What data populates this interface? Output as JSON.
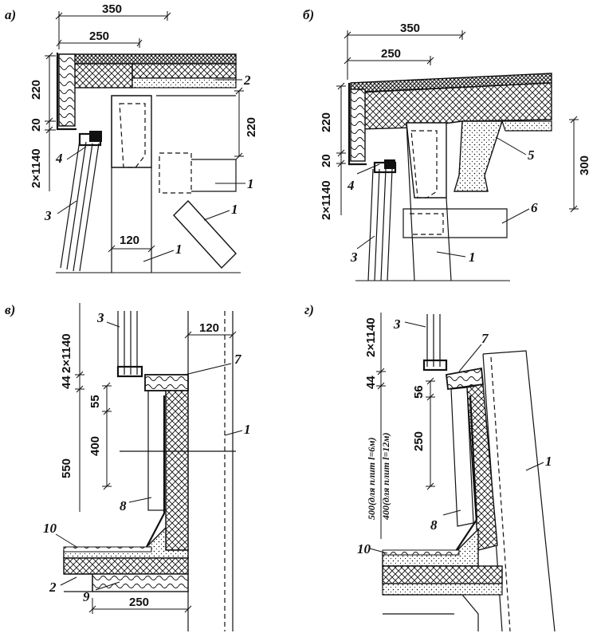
{
  "panels": {
    "a": {
      "letter": "а)",
      "dims": {
        "top_outer": "350",
        "top_inner": "250",
        "h_left_1": "220",
        "h_left_2": "20",
        "h_left_3": "2×1140",
        "h_right": "220",
        "bottom": "120"
      },
      "callouts": [
        "2",
        "1",
        "1",
        "4",
        "3",
        "1"
      ]
    },
    "b": {
      "letter": "б)",
      "dims": {
        "top_outer": "350",
        "top_inner": "250",
        "h_left_1": "220",
        "h_left_2": "20",
        "h_left_3": "2×1140",
        "h_right": "300"
      },
      "callouts": [
        "5",
        "4",
        "6",
        "3",
        "1"
      ]
    },
    "v": {
      "letter": "в)",
      "dims": {
        "h_1": "2×1140",
        "h_2": "44",
        "h_3": "55",
        "h_4": "400",
        "h_5": "550",
        "top": "120",
        "bottom": "250"
      },
      "callouts": [
        "3",
        "7",
        "1",
        "8",
        "10",
        "2",
        "9"
      ]
    },
    "g": {
      "letter": "г)",
      "dims": {
        "h_1": "2×1140",
        "h_2": "44",
        "h_3": "56",
        "h_4": "250",
        "h_5a": "500(для плит l=6м)",
        "h_5b": "400(для плит l=12м)"
      },
      "callouts": [
        "3",
        "7",
        "1",
        "8",
        "10"
      ]
    }
  }
}
